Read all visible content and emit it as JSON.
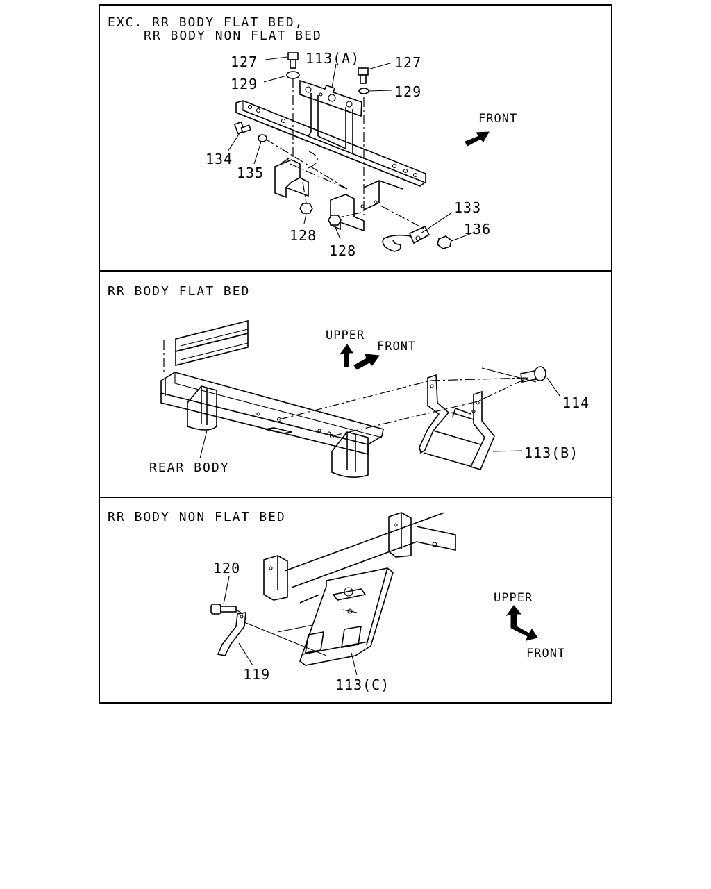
{
  "panels": [
    {
      "caption_line1": "EXC. RR BODY FLAT BED,",
      "caption_line2": "RR BODY NON FLAT BED",
      "callouts": {
        "p127a": "127",
        "p127b": "127",
        "p113a": "113(A)",
        "p129a": "129",
        "p129b": "129",
        "p134": "134",
        "p135": "135",
        "p128a": "128",
        "p128b": "128",
        "p133": "133",
        "p136": "136"
      },
      "direction": "FRONT"
    },
    {
      "caption": "RR BODY FLAT BED",
      "callouts": {
        "p114": "114",
        "p113b": "113(B)",
        "rear_body": "REAR BODY"
      },
      "direction_upper": "UPPER",
      "direction_front": "FRONT"
    },
    {
      "caption": "RR BODY NON FLAT BED",
      "callouts": {
        "p120": "120",
        "p119": "119",
        "p113c": "113(C)"
      },
      "direction_upper": "UPPER",
      "direction_front": "FRONT"
    }
  ],
  "colors": {
    "line": "#000000",
    "background": "#ffffff"
  }
}
